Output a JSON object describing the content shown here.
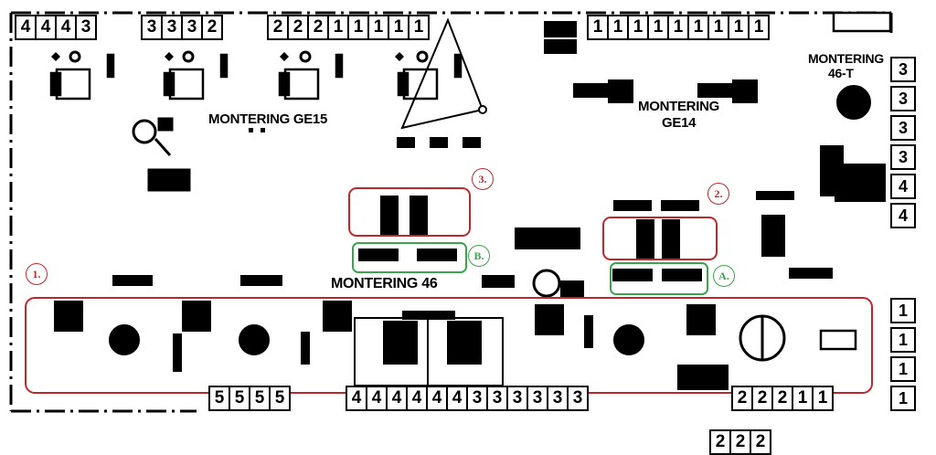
{
  "terminals": {
    "top_left": [
      "4",
      "4",
      "4",
      "3"
    ],
    "top_mid": [
      "3",
      "3",
      "3",
      "2"
    ],
    "top_right": [
      "2",
      "2",
      "2",
      "1",
      "1",
      "1",
      "1",
      "1"
    ],
    "top_far": [
      "1",
      "1",
      "1",
      "1",
      "1",
      "1",
      "1",
      "1",
      "1"
    ],
    "bottom_left": [
      "5",
      "5",
      "5",
      "5"
    ],
    "bottom_mid": [
      "4",
      "4",
      "4",
      "4",
      "4",
      "4",
      "3",
      "3",
      "3",
      "3",
      "3",
      "3"
    ],
    "bottom_right": [
      "2",
      "2",
      "2",
      "1",
      "1"
    ],
    "bottom_extra": [
      "2",
      "2",
      "2"
    ],
    "right_upper": [
      "3",
      "3",
      "3",
      "3",
      "4",
      "4"
    ],
    "right_lower": [
      "1",
      "1",
      "1",
      "1"
    ]
  },
  "labels": {
    "montering_ge15": "MONTERING  GE15",
    "montering_ge14_line1": "MONTERING",
    "montering_ge14_line2": "GE14",
    "montering_46": "MONTERING  46",
    "montering_46t_line1": "MONTERING",
    "montering_46t_line2": "46-T"
  },
  "callouts": {
    "c1": "1.",
    "c2": "2.",
    "c3": "3.",
    "cA": "A.",
    "cB": "B."
  },
  "colors": {
    "red_callout": "#c0272d",
    "green_callout": "#3aa54a"
  }
}
